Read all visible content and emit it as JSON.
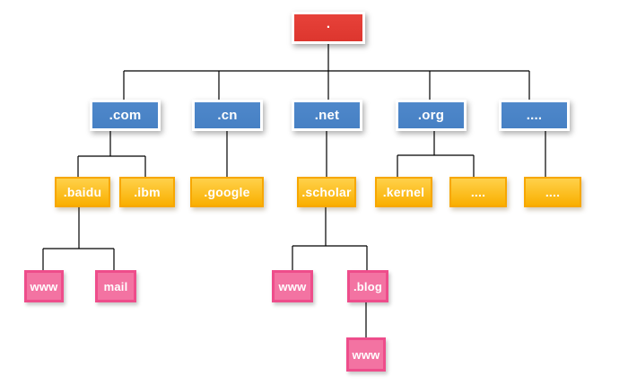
{
  "diagram": {
    "kind": "dns-domain-hierarchy-tree",
    "background": "#ffffff"
  },
  "colors": {
    "root_box": "#e03a31",
    "tld_box": "#4a84c8",
    "domain_box_top": "#ffd14a",
    "domain_box_bottom": "#f9af00",
    "domain_box_border": "#f7a701",
    "host_box_fill": "#f373a2",
    "host_box_border": "#ee4d8b",
    "box_frame": "#ffffff",
    "connector_line": "#000000",
    "label_text": "#ffffff"
  },
  "nodes": {
    "root": {
      "label": "."
    },
    "com": {
      "label": ".com"
    },
    "cn": {
      "label": ".cn"
    },
    "net": {
      "label": ".net"
    },
    "org": {
      "label": ".org"
    },
    "tld_more": {
      "label": "...."
    },
    "baidu": {
      "label": ".baidu"
    },
    "ibm": {
      "label": ".ibm"
    },
    "google": {
      "label": ".google"
    },
    "scholar": {
      "label": ".scholar"
    },
    "kernel": {
      "label": ".kernel"
    },
    "org_more": {
      "label": "...."
    },
    "tld_more_child": {
      "label": "...."
    },
    "www_baidu": {
      "label": "www"
    },
    "mail_baidu": {
      "label": "mail"
    },
    "www_scholar": {
      "label": "www"
    },
    "blog": {
      "label": ".blog"
    },
    "www_blog": {
      "label": "www"
    }
  },
  "edges": [
    {
      "from": "root",
      "to": [
        "com",
        "cn",
        "net",
        "org",
        "tld_more"
      ]
    },
    {
      "from": "com",
      "to": [
        "baidu",
        "ibm"
      ]
    },
    {
      "from": "cn",
      "to": [
        "google"
      ]
    },
    {
      "from": "net",
      "to": [
        "scholar"
      ]
    },
    {
      "from": "org",
      "to": [
        "kernel",
        "org_more"
      ]
    },
    {
      "from": "tld_more",
      "to": [
        "tld_more_child"
      ]
    },
    {
      "from": "baidu",
      "to": [
        "www_baidu",
        "mail_baidu"
      ]
    },
    {
      "from": "scholar",
      "to": [
        "www_scholar",
        "blog"
      ]
    },
    {
      "from": "blog",
      "to": [
        "www_blog"
      ]
    }
  ]
}
